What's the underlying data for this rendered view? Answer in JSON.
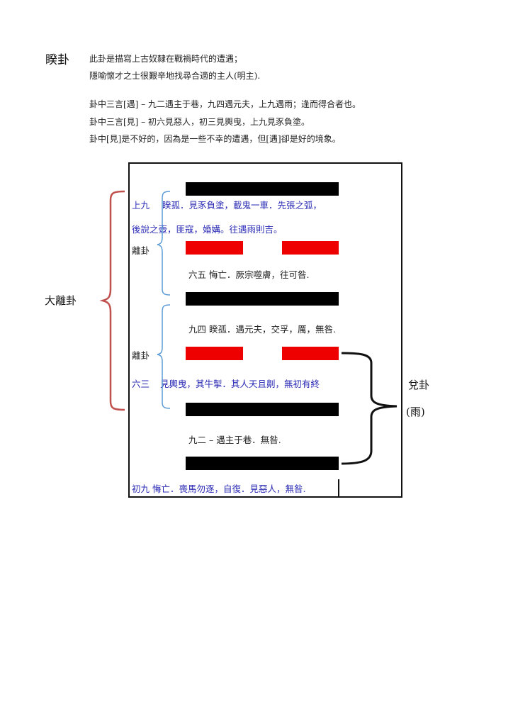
{
  "title": "睽卦",
  "intro": [
    "此卦是描寫上古奴隸在戰禍時代的遭遇；",
    "隱喻懷才之士很艱辛地找尋合適的主人(明主)."
  ],
  "notes": [
    "卦中三言[遇] – 九二遇主于巷，九四遇元夫，上九遇雨；逢而得合者也。",
    "卦中三言[見] – 初六見惡人，初三見輿曳，上九見豕負塗。",
    "卦中[見]是不好的，因為是一些不幸的遭遇，但[遇]卻是好的境象。"
  ],
  "lines": {
    "top": {
      "label": "上九",
      "text1": "睽孤．見豕負塗，載鬼一車．先張之弧，",
      "text2": "後說之壺，匪寇，婚媾。往遇雨則吉。"
    },
    "fifth": {
      "text": "六五 悔亡．厥宗噬膚，往可咎."
    },
    "fourth": {
      "text": "九四 睽孤．遇元夫，交孚，厲，無咎."
    },
    "third": {
      "label": "六三",
      "text": "見輿曳，其牛掣．其人天且劓，無初有終"
    },
    "second": {
      "text": "九二 – 遇主于巷．無咎."
    },
    "first": {
      "text": "初九 悔亡．喪馬勿逐，自復．見惡人，無咎."
    }
  },
  "labels": {
    "li_upper": "離卦",
    "li_lower": "離卦",
    "big_li": "大離卦",
    "dui": "兌卦",
    "rain": "(雨)"
  },
  "colors": {
    "yang": "#000000",
    "yin": "#ee0000",
    "blue_text": "#2b2bb5",
    "outer_bracket": "#c0504d",
    "inner_bracket": "#5b9bd5"
  }
}
